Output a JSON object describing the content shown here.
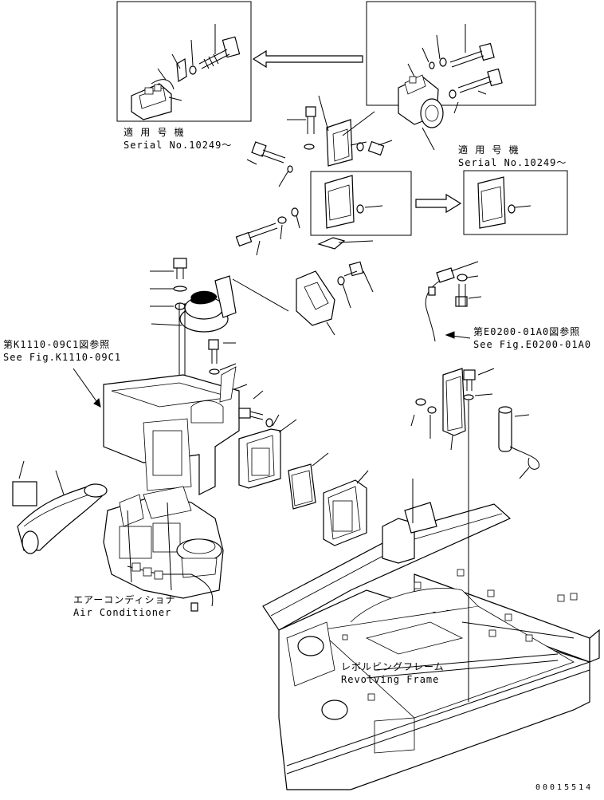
{
  "labels": {
    "serial_left_jp": "適 用 号 機",
    "serial_left_en": "Serial No.10249～",
    "serial_right_jp": "適 用 号 機",
    "serial_right_en": "Serial No.10249～",
    "ref_k_jp": "第K1110-09C1図参照",
    "ref_k_en": "See Fig.K1110-09C1",
    "ref_e_jp": "第E0200-01A0図参照",
    "ref_e_en": "See Fig.E0200-01A0",
    "aircon_jp": "エアーコンディショナ",
    "aircon_en": "Air Conditioner",
    "frame_jp": "レボルビングフレーム",
    "frame_en": "Revolving Frame"
  },
  "drawing_number": "00015514",
  "icons": [
    "arrow-left-icon",
    "arrow-right-icon"
  ]
}
